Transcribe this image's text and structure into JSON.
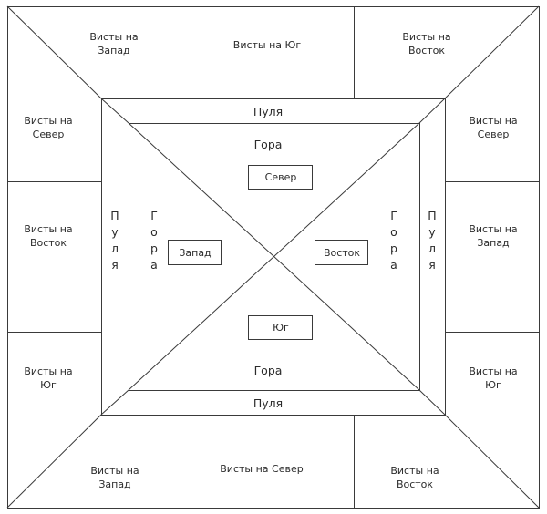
{
  "cells": {
    "top_left": "Висты на\nЗапад",
    "top_middle": "Висты на Юг",
    "top_right": "Висты на\nВосток",
    "left_upper": "Висты на\nСевер",
    "left_middle": "Висты на\nВосток",
    "left_lower": "Висты на\nЮг",
    "right_upper": "Висты на\nСевер",
    "right_middle": "Висты на\nЗапад",
    "right_lower": "Висты на\nЮг",
    "bottom_left": "Висты на\nЗапад",
    "bottom_middle": "Висты на Север",
    "bottom_right": "Висты на\nВосток"
  },
  "pulya": {
    "top": "Пуля",
    "bottom": "Пуля",
    "left": "Пуля",
    "right": "Пуля"
  },
  "gora": {
    "top": "Гора",
    "bottom": "Гора",
    "left": "Гора",
    "right": "Гора"
  },
  "players": {
    "north": "Север",
    "west": "Запад",
    "east": "Восток",
    "south": "Юг"
  }
}
